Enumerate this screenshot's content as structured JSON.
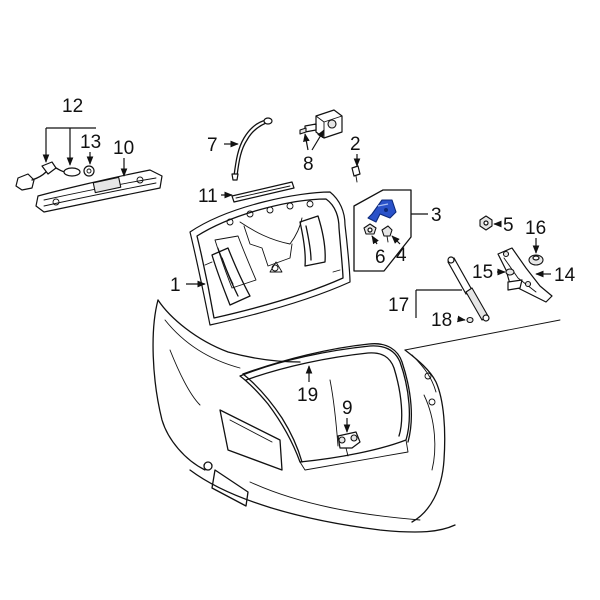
{
  "diagram": {
    "accent_color": "#2a52c9",
    "callouts": {
      "c1": "1",
      "c2": "2",
      "c3": "3",
      "c4": "4",
      "c5": "5",
      "c6": "6",
      "c7": "7",
      "c8": "8",
      "c9": "9",
      "c10": "10",
      "c11": "11",
      "c12": "12",
      "c13": "13",
      "c14": "14",
      "c15": "15",
      "c16": "16",
      "c17": "17",
      "c18": "18",
      "c19": "19"
    }
  }
}
